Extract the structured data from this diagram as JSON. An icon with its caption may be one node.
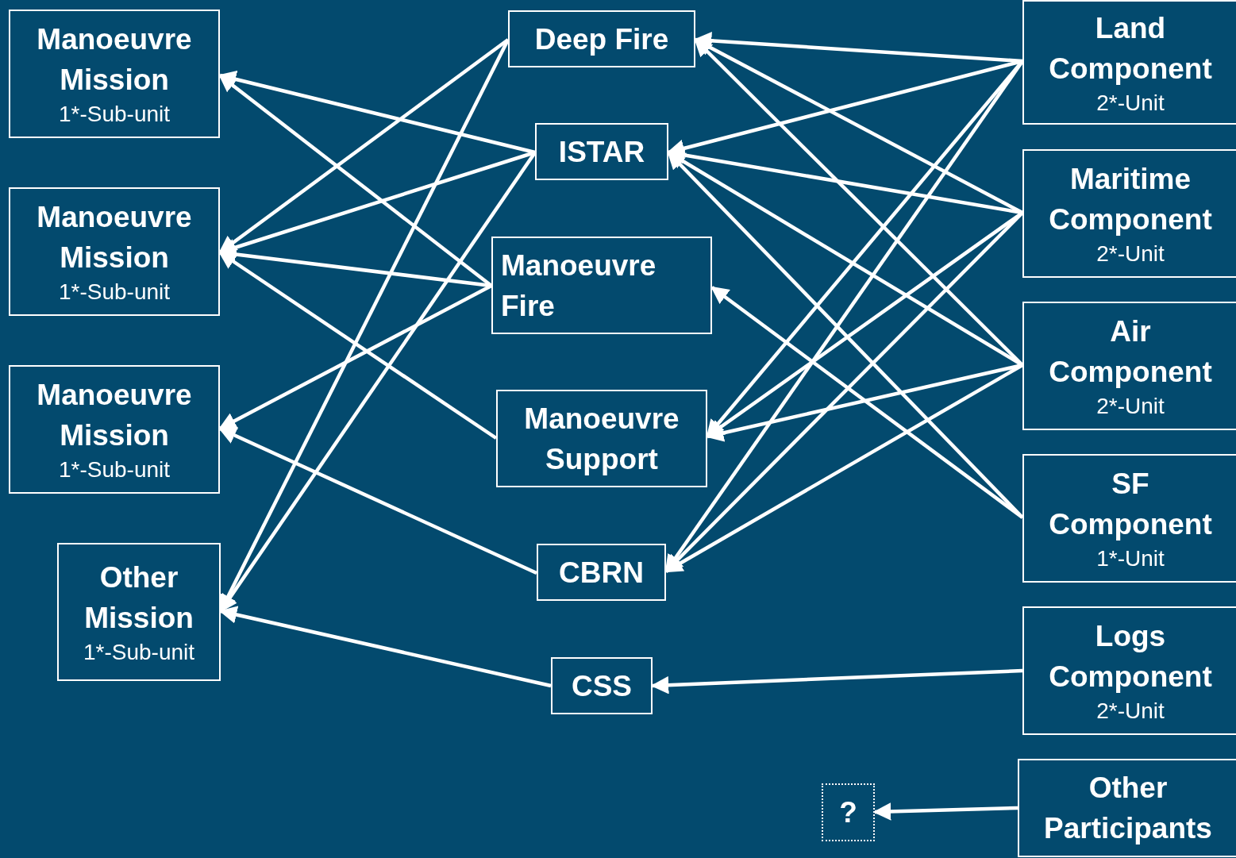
{
  "diagram": {
    "nodes": [
      {
        "text": [
          "Manoeuvre Mission",
          "1*-Sub-unit"
        ]
      },
      {
        "text": [
          "Manoeuvre Mission",
          "1*-Sub-unit"
        ]
      },
      {
        "text": [
          "Manoeuvre Mission",
          "1*-Sub-unit"
        ]
      },
      {
        "text": [
          "Other Mission",
          "1*-Sub-unit"
        ]
      },
      {
        "text": [
          "Deep Fire"
        ]
      },
      {
        "text": [
          "ISTAR"
        ]
      },
      {
        "text": [
          "Manoeuvre Fire"
        ]
      },
      {
        "text": [
          "Manoeuvre Support"
        ]
      },
      {
        "text": [
          "CBRN"
        ]
      },
      {
        "text": [
          "CSS"
        ]
      },
      {
        "text": [
          "Land Component",
          "2*-Unit"
        ]
      },
      {
        "text": [
          "Maritime Component",
          "2*-Unit"
        ]
      },
      {
        "text": [
          "Air Component",
          "2*-Unit"
        ]
      },
      {
        "text": [
          "SF Component",
          "1*-Unit"
        ]
      },
      {
        "text": [
          "Logs Component",
          "2*-Unit"
        ]
      },
      {
        "text": [
          "Other Participants"
        ]
      },
      {
        "text": [
          "?"
        ]
      }
    ],
    "edges": [
      {
        "from": 10,
        "to": 4,
        "arrow": "to"
      },
      {
        "from": 10,
        "to": 5,
        "arrow": "to"
      },
      {
        "from": 10,
        "to": 7,
        "arrow": "to"
      },
      {
        "from": 10,
        "to": 8,
        "arrow": "to"
      },
      {
        "from": 11,
        "to": 4,
        "arrow": "to"
      },
      {
        "from": 11,
        "to": 5,
        "arrow": "to"
      },
      {
        "from": 11,
        "to": 7,
        "arrow": "to"
      },
      {
        "from": 11,
        "to": 8,
        "arrow": "to"
      },
      {
        "from": 12,
        "to": 4,
        "arrow": "to"
      },
      {
        "from": 12,
        "to": 5,
        "arrow": "to"
      },
      {
        "from": 12,
        "to": 7,
        "arrow": "to"
      },
      {
        "from": 12,
        "to": 8,
        "arrow": "to"
      },
      {
        "from": 13,
        "to": 5,
        "arrow": "to"
      },
      {
        "from": 13,
        "to": 6,
        "arrow": "to"
      },
      {
        "from": 14,
        "to": 9,
        "arrow": "to"
      },
      {
        "from": 15,
        "to": 16,
        "arrow": "to"
      },
      {
        "from": 5,
        "to": 0,
        "arrow": "to"
      },
      {
        "from": 6,
        "to": 0,
        "arrow": "to"
      },
      {
        "from": 4,
        "to": 1,
        "arrow": "to"
      },
      {
        "from": 5,
        "to": 1,
        "arrow": "to"
      },
      {
        "from": 6,
        "to": 1,
        "arrow": "to"
      },
      {
        "from": 7,
        "to": 1,
        "arrow": "to"
      },
      {
        "from": 6,
        "to": 2,
        "arrow": "to"
      },
      {
        "from": 8,
        "to": 2,
        "arrow": "to"
      },
      {
        "from": 4,
        "to": 3,
        "arrow": "to"
      },
      {
        "from": 5,
        "to": 3,
        "arrow": "to"
      },
      {
        "from": 9,
        "to": 3,
        "arrow": "to"
      }
    ]
  }
}
